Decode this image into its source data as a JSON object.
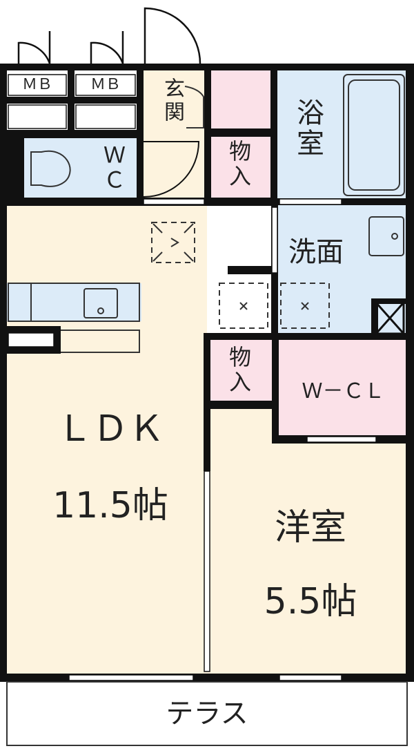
{
  "plan": {
    "colors": {
      "wall": "#111111",
      "living": "#fdf3de",
      "wet_area": "#dcebf8",
      "storage": "#fbe1e8",
      "outdoor": "#ffffff",
      "fixture_line": "#333333"
    },
    "labels": {
      "mb_left": "ＭＢ",
      "mb_right": "ＭＢ",
      "entrance": "玄関",
      "bath": "浴室",
      "wc": "ＷＣ",
      "storage_top": "物入",
      "washroom": "洗面",
      "storage_mid": "物入",
      "walk_in_closet": "Ｗ－ＣＬ",
      "ldk_name": "ＬＤＫ",
      "ldk_size": "11.5帖",
      "western_room_name": "洋室",
      "western_room_size": "5.5帖",
      "terrace": "テラス"
    }
  }
}
